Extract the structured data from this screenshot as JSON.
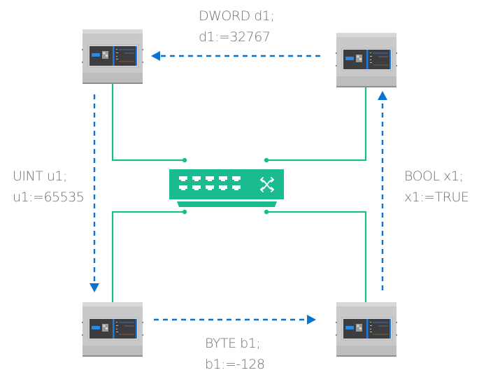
{
  "colors": {
    "network": "#1abc8f",
    "transfer": "#0a73d2",
    "text": "#707070",
    "device_body": "#cfcfd1",
    "device_panel": "#3b3b3d",
    "device_accent": "#1e7be0"
  },
  "switch": {
    "name": "network-switch",
    "port_count": 10,
    "icon": "shuffle-arrows-icon"
  },
  "devices": [
    {
      "id": "plc-top-left"
    },
    {
      "id": "plc-top-right"
    },
    {
      "id": "plc-bottom-left"
    },
    {
      "id": "plc-bottom-right"
    }
  ],
  "transfers": [
    {
      "from": "plc-top-right",
      "to": "plc-top-left",
      "decl": "DWORD d1;",
      "assign": "d1:=32767"
    },
    {
      "from": "plc-top-left",
      "to": "plc-bottom-left",
      "decl": "UINT u1;",
      "assign": "u1:=65535"
    },
    {
      "from": "plc-bottom-left",
      "to": "plc-bottom-right",
      "decl": "BYTE b1;",
      "assign": "b1:=-128"
    },
    {
      "from": "plc-bottom-right",
      "to": "plc-top-right",
      "decl": "BOOL x1;",
      "assign": "x1:=TRUE"
    }
  ]
}
